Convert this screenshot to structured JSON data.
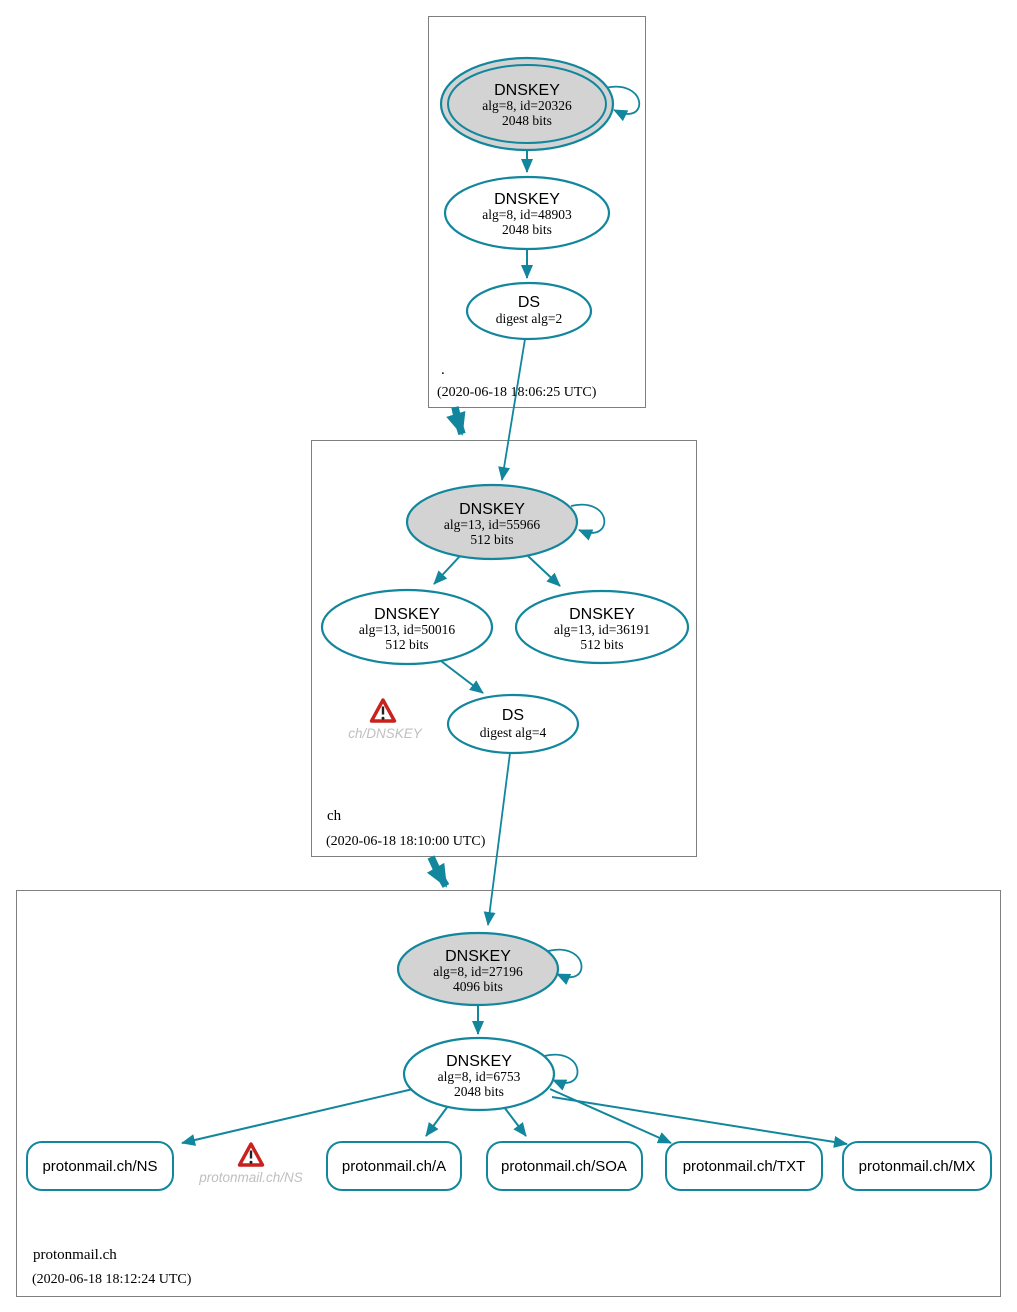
{
  "colors": {
    "edge_teal": "#11869c",
    "node_gray_fill": "#d3d3d3",
    "node_white_fill": "#ffffff",
    "zone_box_border": "#7f7f7f",
    "warning_red": "#c9211e",
    "warning_text_gray": "#bfbfbf",
    "text_black": "#000000"
  },
  "zones": {
    "root": {
      "label": ".",
      "timestamp": "(2020-06-18 18:06:25 UTC)",
      "ksk": {
        "title": "DNSKEY",
        "detail1": "alg=8, id=20326",
        "detail2": "2048 bits"
      },
      "zsk": {
        "title": "DNSKEY",
        "detail1": "alg=8, id=48903",
        "detail2": "2048 bits"
      },
      "ds": {
        "title": "DS",
        "detail1": "digest alg=2"
      }
    },
    "ch": {
      "label": "ch",
      "timestamp": "(2020-06-18 18:10:00 UTC)",
      "ksk": {
        "title": "DNSKEY",
        "detail1": "alg=13, id=55966",
        "detail2": "512 bits"
      },
      "zsk1": {
        "title": "DNSKEY",
        "detail1": "alg=13, id=50016",
        "detail2": "512 bits"
      },
      "zsk2": {
        "title": "DNSKEY",
        "detail1": "alg=13, id=36191",
        "detail2": "512 bits"
      },
      "ds": {
        "title": "DS",
        "detail1": "digest alg=4"
      },
      "warning_label": "ch/DNSKEY"
    },
    "protonmail": {
      "label": "protonmail.ch",
      "timestamp": "(2020-06-18 18:12:24 UTC)",
      "ksk": {
        "title": "DNSKEY",
        "detail1": "alg=8, id=27196",
        "detail2": "4096 bits"
      },
      "zsk": {
        "title": "DNSKEY",
        "detail1": "alg=8, id=6753",
        "detail2": "2048 bits"
      },
      "warning_label": "protonmail.ch/NS",
      "rrsets": [
        {
          "label": "protonmail.ch/NS"
        },
        {
          "label": "protonmail.ch/A"
        },
        {
          "label": "protonmail.ch/SOA"
        },
        {
          "label": "protonmail.ch/TXT"
        },
        {
          "label": "protonmail.ch/MX"
        }
      ]
    }
  }
}
